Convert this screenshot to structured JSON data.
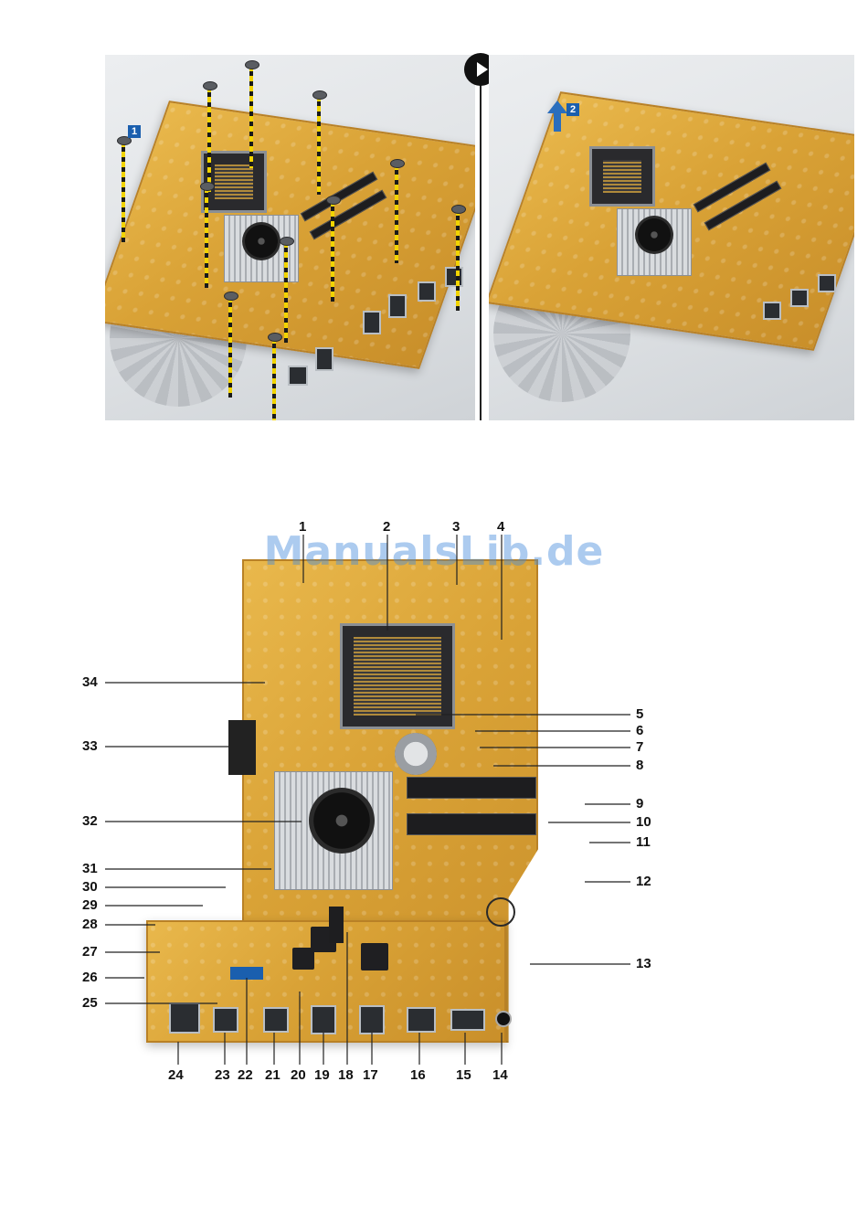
{
  "top_figure": {
    "step1_label": "1",
    "step2_label": "2"
  },
  "watermark": "ManualsLib.de",
  "callouts": {
    "top": [
      "1",
      "2",
      "3",
      "4"
    ],
    "right": [
      "5",
      "6",
      "7",
      "8",
      "9",
      "10",
      "11",
      "12",
      "13"
    ],
    "bottom": [
      "24",
      "23",
      "22",
      "21",
      "20",
      "19",
      "18",
      "17",
      "16",
      "15",
      "14"
    ],
    "left": [
      "34",
      "33",
      "32",
      "31",
      "30",
      "29",
      "28",
      "27",
      "26",
      "25"
    ]
  }
}
